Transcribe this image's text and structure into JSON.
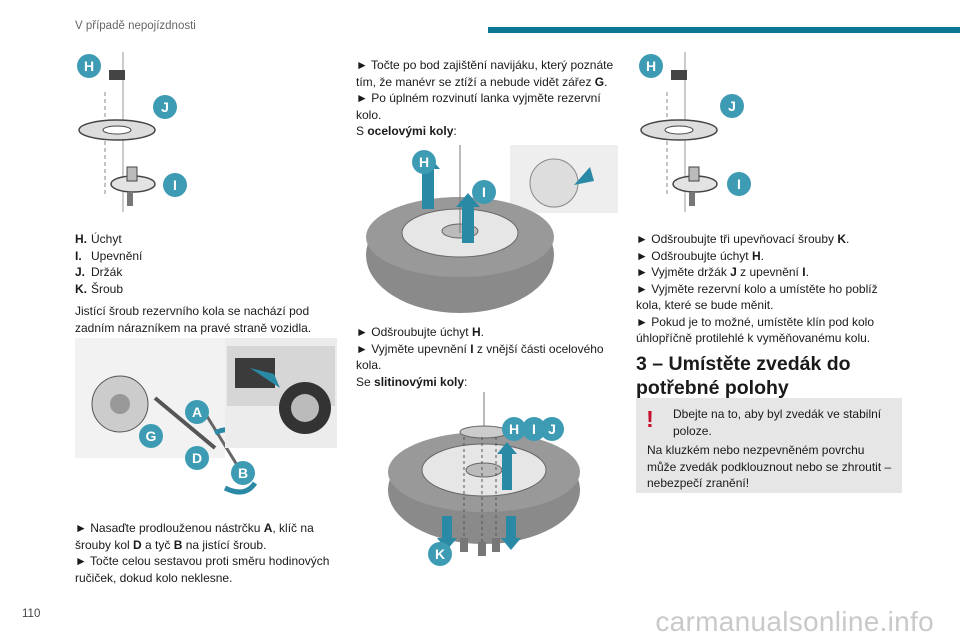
{
  "header": {
    "title": "V případě nepojízdnosti"
  },
  "page_number": "110",
  "watermark": "carmanualsonline.info",
  "col1": {
    "fig1_labels": [
      "H",
      "J",
      "I"
    ],
    "legend": [
      {
        "key": "H.",
        "text": "Úchyt"
      },
      {
        "key": "I.",
        "text": "Upevnění"
      },
      {
        "key": "J.",
        "text": "Držák"
      },
      {
        "key": "K.",
        "text": "Šroub"
      }
    ],
    "para": "Jistící šroub rezervního kola se nachází pod zadním nárazníkem na pravé straně vozidla.",
    "fig2_labels": [
      "A",
      "G",
      "D",
      "B"
    ],
    "step1": {
      "arrow": "►",
      "t1": "Nasaďte prodlouženou nástrčku ",
      "A": "A",
      "t2": ", klíč na šrouby kol ",
      "D": "D",
      "t3": " a tyč ",
      "B": "B",
      "t4": " na jistící šroub."
    },
    "step2": {
      "arrow": "►",
      "text": "Točte celou sestavou proti směru hodinových ručiček, dokud kolo neklesne."
    }
  },
  "col2": {
    "step1": {
      "arrow": "►",
      "t1": "Točte po bod zajištění navijáku, který poznáte tím, že manévr se ztíží a nebude vidět zářez ",
      "G": "G",
      "t2": "."
    },
    "step2": {
      "arrow": "►",
      "text": "Po úplném rozvinutí lanka vyjměte rezervní kolo."
    },
    "steel_pre": "S ",
    "steel_bold": "ocelovými koly",
    "steel_post": ":",
    "fig3_labels": [
      "H",
      "I"
    ],
    "step3": {
      "arrow": "►",
      "t1": "Odšroubujte úchyt ",
      "H": "H",
      "t2": "."
    },
    "step4": {
      "arrow": "►",
      "t1": "Vyjměte upevnění ",
      "I": "I",
      "t2": " z vnější části ocelového kola."
    },
    "alloy_pre": "Se ",
    "alloy_bold": "slitinovými koly",
    "alloy_post": ":",
    "fig4_labels": [
      "H",
      "I",
      "J",
      "K"
    ]
  },
  "col3": {
    "fig5_labels": [
      "H",
      "J",
      "I"
    ],
    "steps": [
      {
        "arrow": "►",
        "t1": "Odšroubujte tři upevňovací šrouby ",
        "b": "K",
        "t2": "."
      },
      {
        "arrow": "►",
        "t1": "Odšroubujte úchyt ",
        "b": "H",
        "t2": "."
      },
      {
        "arrow": "►",
        "t1": "Vyjměte držák ",
        "b": "J",
        "t2": " z upevnění ",
        "b2": "I",
        "t3": "."
      },
      {
        "arrow": "►",
        "t1": "Vyjměte rezervní kolo a umístěte ho poblíž kola, které se bude měnit."
      },
      {
        "arrow": "►",
        "t1": "Pokud je to možné, umístěte klín pod kolo úhlopříčně protilehlé k vyměňovanému kolu."
      }
    ],
    "heading": "3 – Umístěte zvedák do potřebné polohy",
    "warning": {
      "icon": "!",
      "line1": "Dbejte na to, aby byl zvedák ve stabilní poloze.",
      "line2": "Na kluzkém nebo nezpevněném povrchu může zvedák podklouznout nebo se zhroutit – nebezpečí zranění!"
    }
  },
  "colors": {
    "accent": "#0b7792",
    "badge": "#3d9bb3",
    "warning": "#c8102e",
    "warning_bg": "#e6e6e6"
  }
}
